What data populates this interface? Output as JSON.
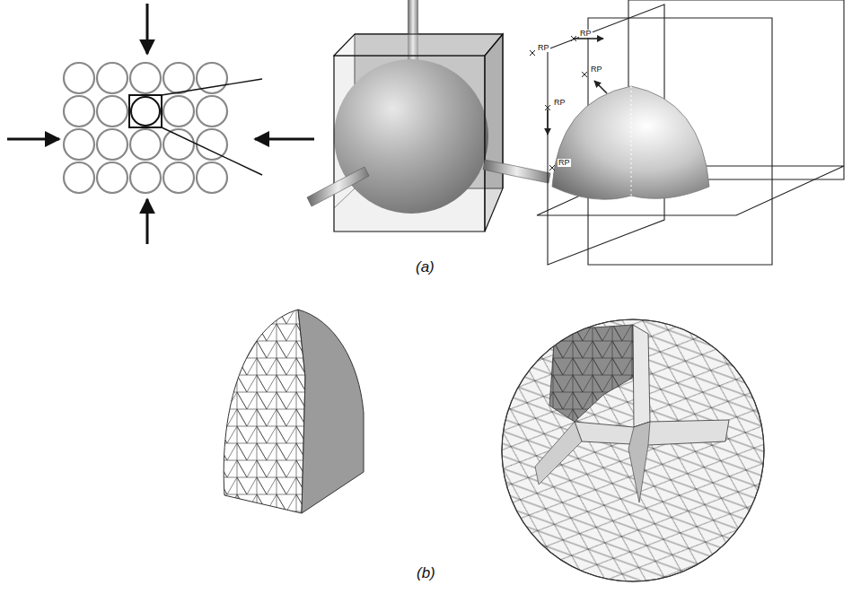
{
  "diagram": {
    "labels": [
      "RP",
      "RP",
      "RP",
      "RP",
      "RP",
      "(a)",
      "(b)"
    ]
  }
}
